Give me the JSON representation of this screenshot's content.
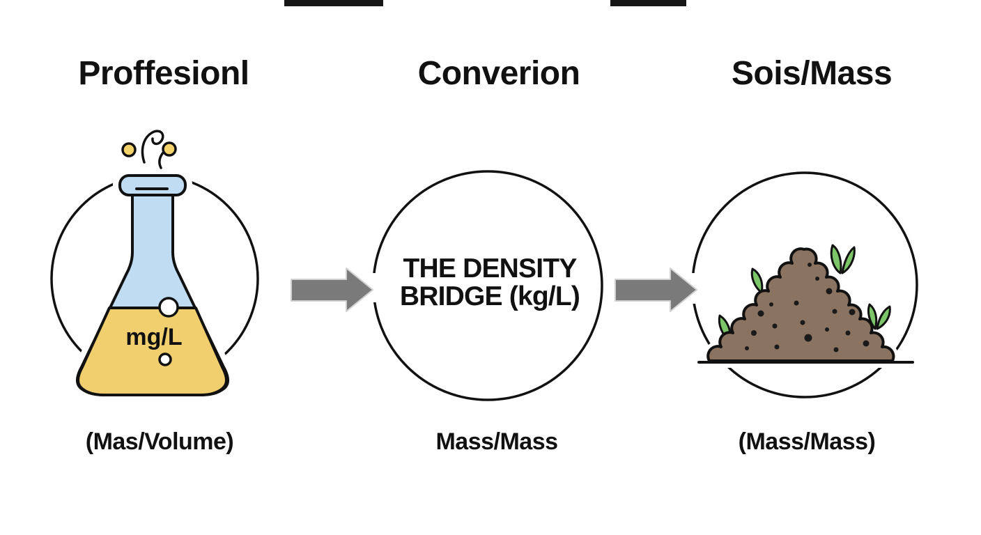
{
  "diagram": {
    "stage1": {
      "title": "Proffesionl",
      "unit_label": "mg/L",
      "caption": "(Mas/Volume)",
      "icon": "flask-icon"
    },
    "stage2": {
      "title": "Converion",
      "circle_line1": "THE DENSITY",
      "circle_line2": "BRIDGE (kg/L)",
      "caption": "Mass/Mass"
    },
    "stage3": {
      "title": "Sois/Mass",
      "caption": "(Mass/Mass)",
      "icon": "soil-pile-icon"
    },
    "colors": {
      "flask_blue": "#BFDCF2",
      "liquid_yellow": "#F2CF6E",
      "bubble_yellow": "#F5D36B",
      "soil_brown": "#8B7361",
      "leaf_green": "#7CC568",
      "arrow_gray": "#7A7A7A",
      "outline": "#111111"
    }
  }
}
